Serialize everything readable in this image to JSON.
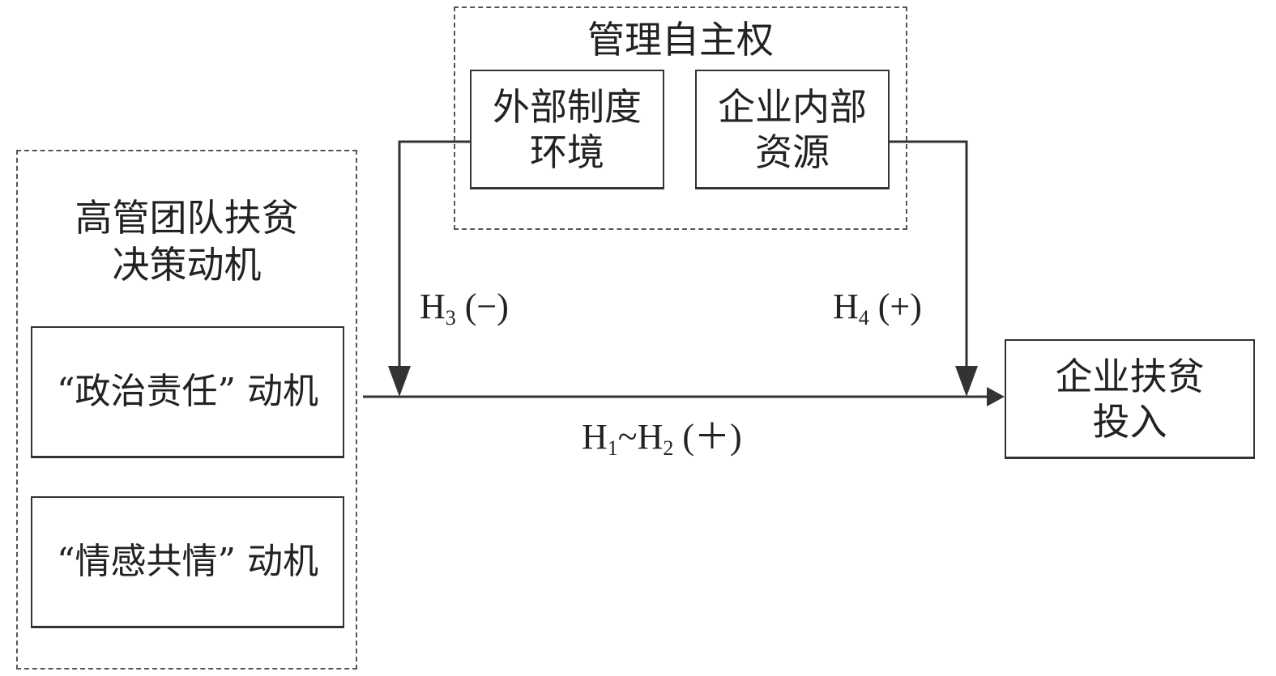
{
  "autonomy_group": {
    "title": "管理自主权",
    "external_env": "外部制度\n环境",
    "internal_resources": "企业内部\n资源"
  },
  "tmt_group": {
    "title": "高管团队扶贫\n决策动机",
    "political_motive": "“政治责任” 动机",
    "emotional_motive": "“情感共情” 动机"
  },
  "outcome": {
    "label": "企业扶贫\n投入"
  },
  "hypotheses": {
    "h3": {
      "letter": "H",
      "sub": "3",
      "sign": " (−)"
    },
    "h4": {
      "letter": "H",
      "sub": "4",
      "sign": " (+)"
    },
    "h1_h2": {
      "letter_a": "H",
      "sub_a": "1",
      "tilde": "~",
      "letter_b": "H",
      "sub_b": "2",
      "sign": " (＋)"
    }
  }
}
